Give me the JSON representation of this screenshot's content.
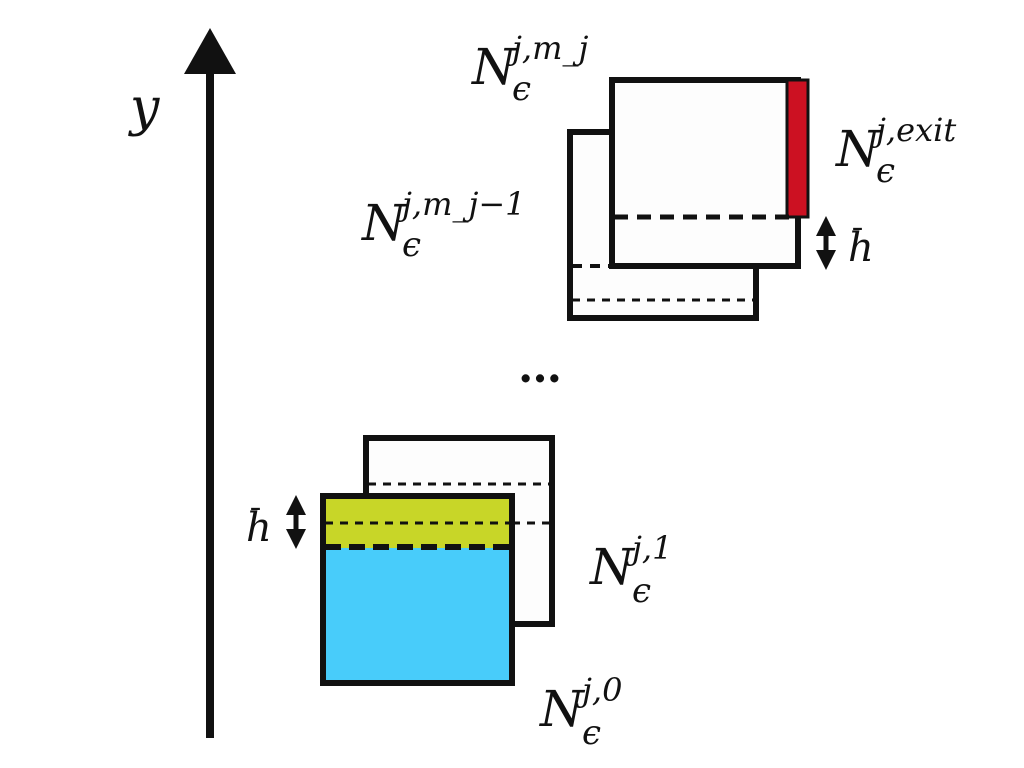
{
  "axis": {
    "label": "y"
  },
  "ellipsis": "…",
  "labels": {
    "top": {
      "base": "N",
      "sub": "ϵ",
      "sup": "j,m_j"
    },
    "second": {
      "base": "N",
      "sub": "ϵ",
      "sup": "j,m_j−1"
    },
    "exit": {
      "base": "N",
      "sub": "ϵ",
      "sup": "j,exit"
    },
    "one": {
      "base": "N",
      "sub": "ϵ",
      "sup": "j,1"
    },
    "zero": {
      "base": "N",
      "sub": "ϵ",
      "sup": "j,0"
    }
  },
  "hbar_upper": "h",
  "hbar_lower": "h",
  "colors": {
    "exit_strip": "#cc1122",
    "yellow_band": "#c8d628",
    "blue_fill": "#48ccfa",
    "stroke": "#111111"
  }
}
